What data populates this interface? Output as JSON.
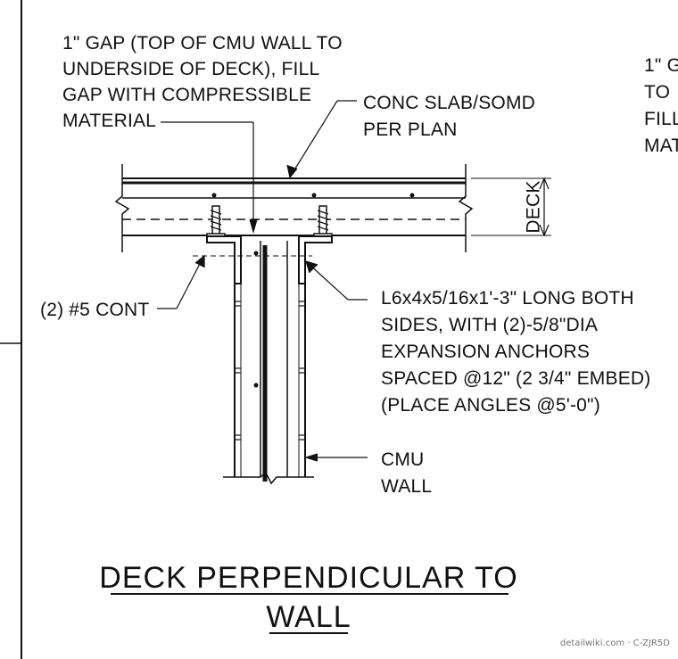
{
  "notes": {
    "gap": [
      "1\" GAP (TOP OF CMU WALL TO",
      "UNDERSIDE OF DECK), FILL",
      "GAP WITH COMPRESSIBLE",
      "MATERIAL"
    ],
    "slab": [
      "CONC SLAB/SOMD",
      "PER PLAN"
    ],
    "rebar": "(2) #5 CONT",
    "angle": [
      "L6x4x5/16x1'-3\" LONG BOTH",
      "SIDES, WITH (2)-5/8\"DIA",
      "EXPANSION ANCHORS",
      "SPACED @12\" (2 3/4\" EMBED)",
      "(PLACE ANGLES @5'-0\")"
    ],
    "cmu": [
      "CMU",
      "WALL"
    ],
    "deck_dim": "DECK",
    "right_cut": [
      "1\" G",
      "TO",
      "FILL",
      "MAT"
    ]
  },
  "title": [
    "DECK PERPENDICULAR TO",
    "WALL"
  ],
  "watermark": "detailwiki.com · C-ZJR5D"
}
